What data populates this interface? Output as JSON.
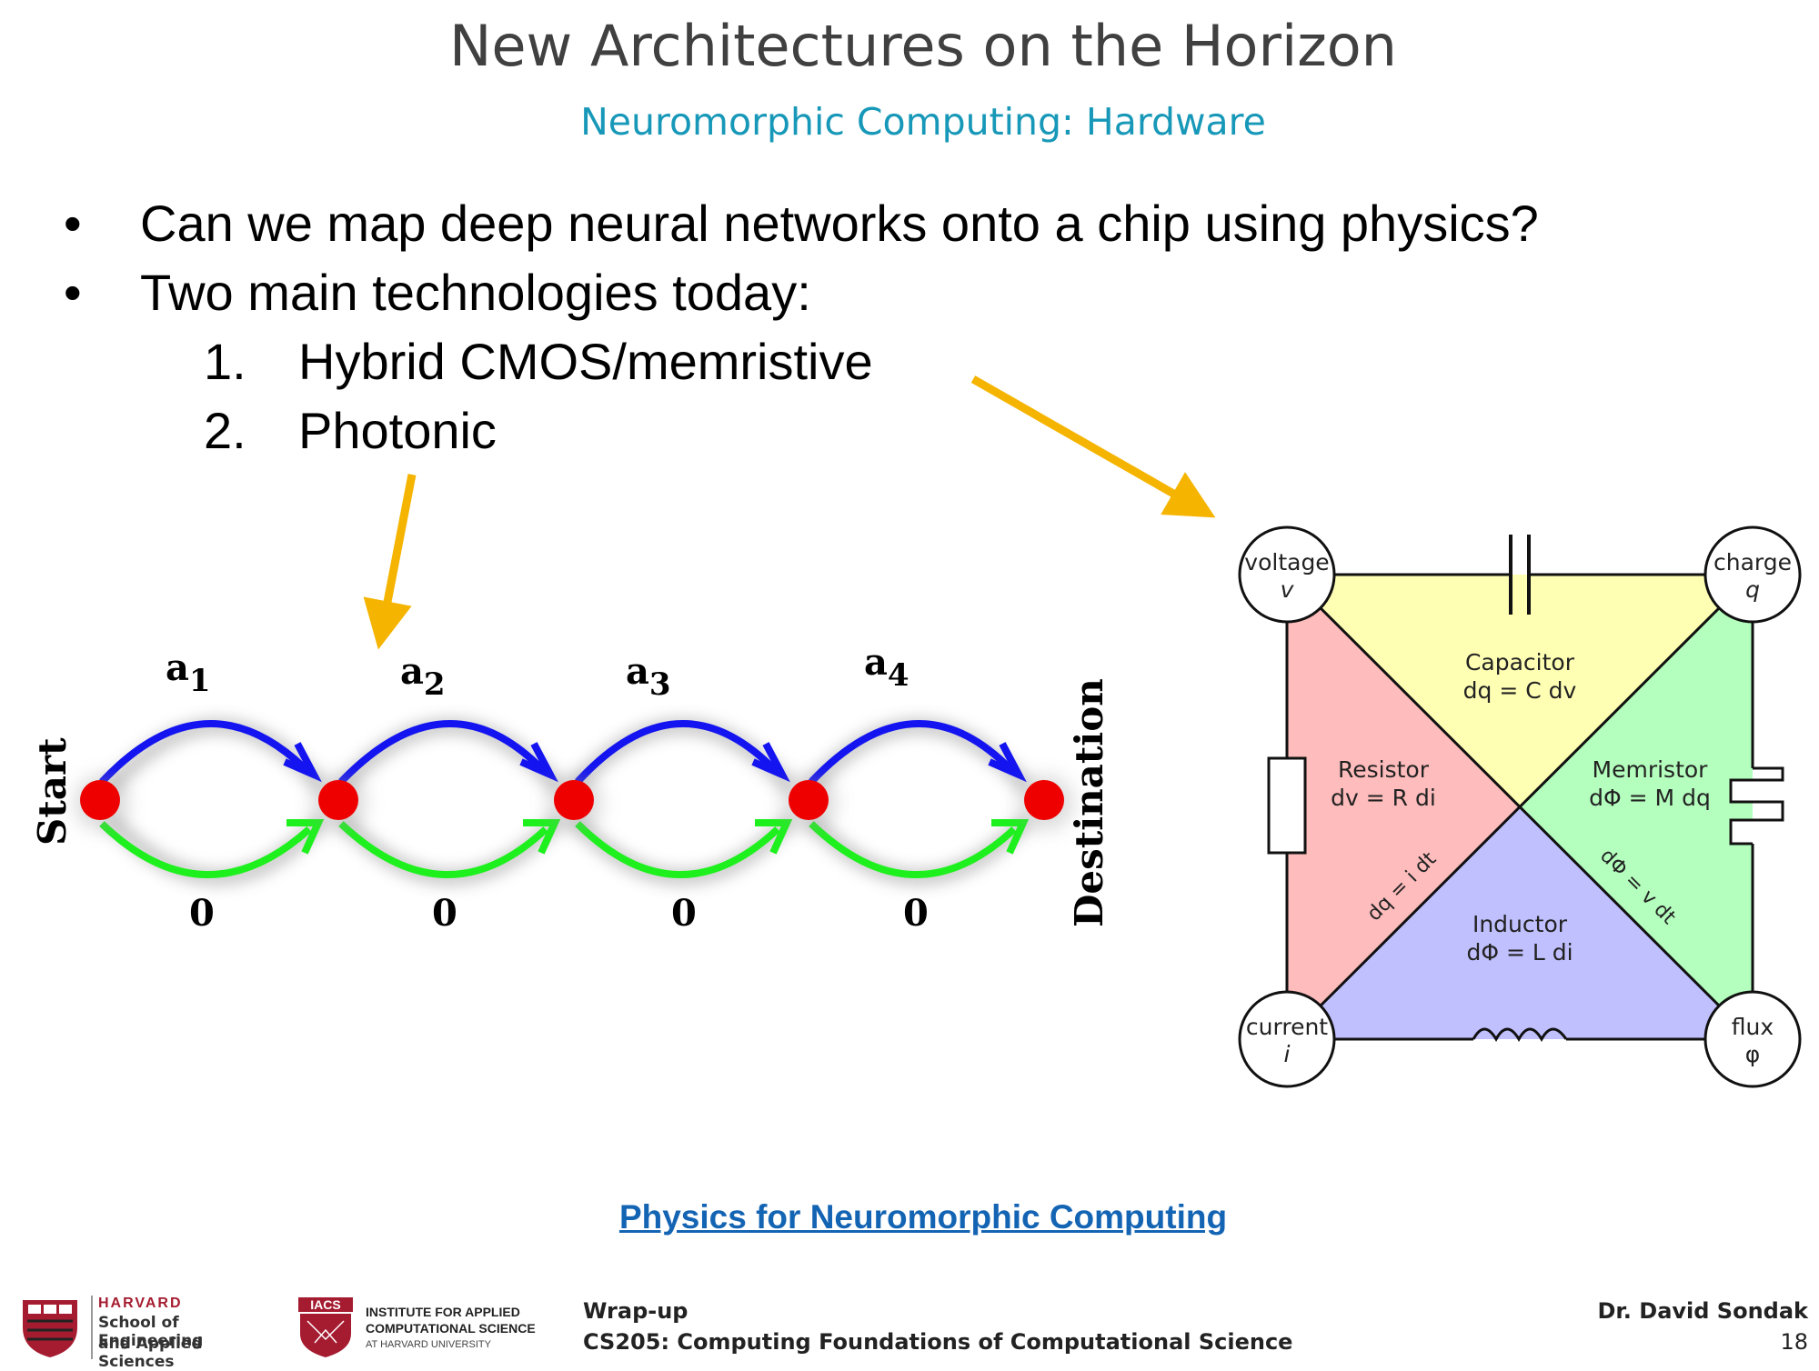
{
  "slide": {
    "title": "New Architectures on the Horizon",
    "subtitle": "Neuromorphic Computing: Hardware",
    "bullets": [
      "Can we map deep neural networks onto a chip using physics?",
      "Two main technologies today:"
    ],
    "numbered": [
      {
        "num": "1.",
        "text": "Hybrid CMOS/memristive"
      },
      {
        "num": "2.",
        "text": "Photonic"
      }
    ],
    "link": "Physics for Neuromorphic Computing"
  },
  "path_diagram": {
    "start_label": "Start",
    "destination_label": "Destination",
    "top_labels": [
      {
        "base": "a",
        "sub": "1"
      },
      {
        "base": "a",
        "sub": "2"
      },
      {
        "base": "a",
        "sub": "3"
      },
      {
        "base": "a",
        "sub": "4"
      }
    ],
    "bottom_labels": [
      "0",
      "0",
      "0",
      "0"
    ],
    "colors": {
      "top_arrow": "#1414f0",
      "bottom_arrow": "#1ef01e",
      "node": "#ee0000"
    }
  },
  "circuit_diagram": {
    "corners": {
      "voltage": {
        "name": "voltage",
        "symbol": "v"
      },
      "charge": {
        "name": "charge",
        "symbol": "q"
      },
      "current": {
        "name": "current",
        "symbol": "i"
      },
      "flux": {
        "name": "flux",
        "symbol": "φ"
      }
    },
    "regions": {
      "capacitor": {
        "name": "Capacitor",
        "eq": "dq = C dv",
        "color": "#ffffb4"
      },
      "resistor": {
        "name": "Resistor",
        "eq": "dv = R di",
        "color": "#ffbcbc"
      },
      "memristor": {
        "name": "Memristor",
        "eq": "dΦ = M dq",
        "color": "#b4ffbe"
      },
      "inductor": {
        "name": "Inductor",
        "eq": "dΦ = L di",
        "color": "#c0c0ff"
      }
    },
    "diag_left": "dq = i dt",
    "diag_right": "dΦ = v dt"
  },
  "footer": {
    "seas_harvard": "HARVARD",
    "seas_line1": "School of Engineering",
    "seas_line2": "and Applied Sciences",
    "iacs_badge": "IACS",
    "iacs_line1": "INSTITUTE FOR APPLIED",
    "iacs_line2": "COMPUTATIONAL SCIENCE",
    "iacs_line3": "AT HARVARD UNIVERSITY",
    "course_line1": "Wrap-up",
    "course_line2": "CS205: Computing Foundations of Computational Science",
    "author": "Dr. David Sondak",
    "page": "18"
  },
  "colors": {
    "arrow_orange": "#f5b400",
    "subtitle": "#1798b8",
    "link": "#1464b4"
  }
}
